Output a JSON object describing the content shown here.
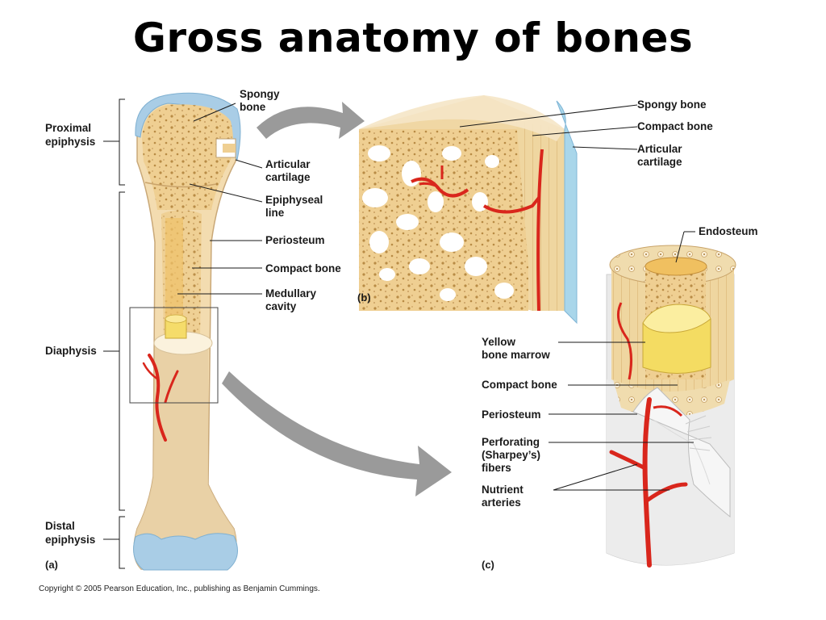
{
  "title": "Gross anatomy of bones",
  "copyright": "Copyright © 2005 Pearson Education, Inc., publishing as Benjamin Cummings.",
  "panels": {
    "a": "(a)",
    "b": "(b)",
    "c": "(c)"
  },
  "regions": {
    "proximal_epiphysis": [
      "Proximal",
      "epiphysis"
    ],
    "diaphysis": [
      "Diaphysis"
    ],
    "distal_epiphysis": [
      "Distal",
      "epiphysis"
    ]
  },
  "labels_a": {
    "spongy_bone": [
      "Spongy",
      "bone"
    ],
    "articular_cartilage": [
      "Articular",
      "cartilage"
    ],
    "epiphyseal_line": [
      "Epiphyseal",
      "line"
    ],
    "periosteum": [
      "Periosteum"
    ],
    "compact_bone": [
      "Compact bone"
    ],
    "medullary_cavity": [
      "Medullary",
      "cavity"
    ]
  },
  "labels_b": {
    "spongy_bone": [
      "Spongy bone"
    ],
    "compact_bone": [
      "Compact bone"
    ],
    "articular_cartilage": [
      "Articular",
      "cartilage"
    ]
  },
  "labels_c": {
    "endosteum": [
      "Endosteum"
    ],
    "yellow_bone_marrow": [
      "Yellow",
      "bone marrow"
    ],
    "compact_bone": [
      "Compact bone"
    ],
    "periosteum": [
      "Periosteum"
    ],
    "perforating_fibers": [
      "Perforating",
      "(Sharpey’s)",
      "fibers"
    ],
    "nutrient_arteries": [
      "Nutrient",
      "arteries"
    ]
  },
  "colors": {
    "bone": "#f2d7a2",
    "spongy": "#e8c07a",
    "cartilage": "#a9cde6",
    "artery": "#d9261c",
    "periosteum": "#e8e8e8",
    "arrow": "#9a9a9a"
  }
}
